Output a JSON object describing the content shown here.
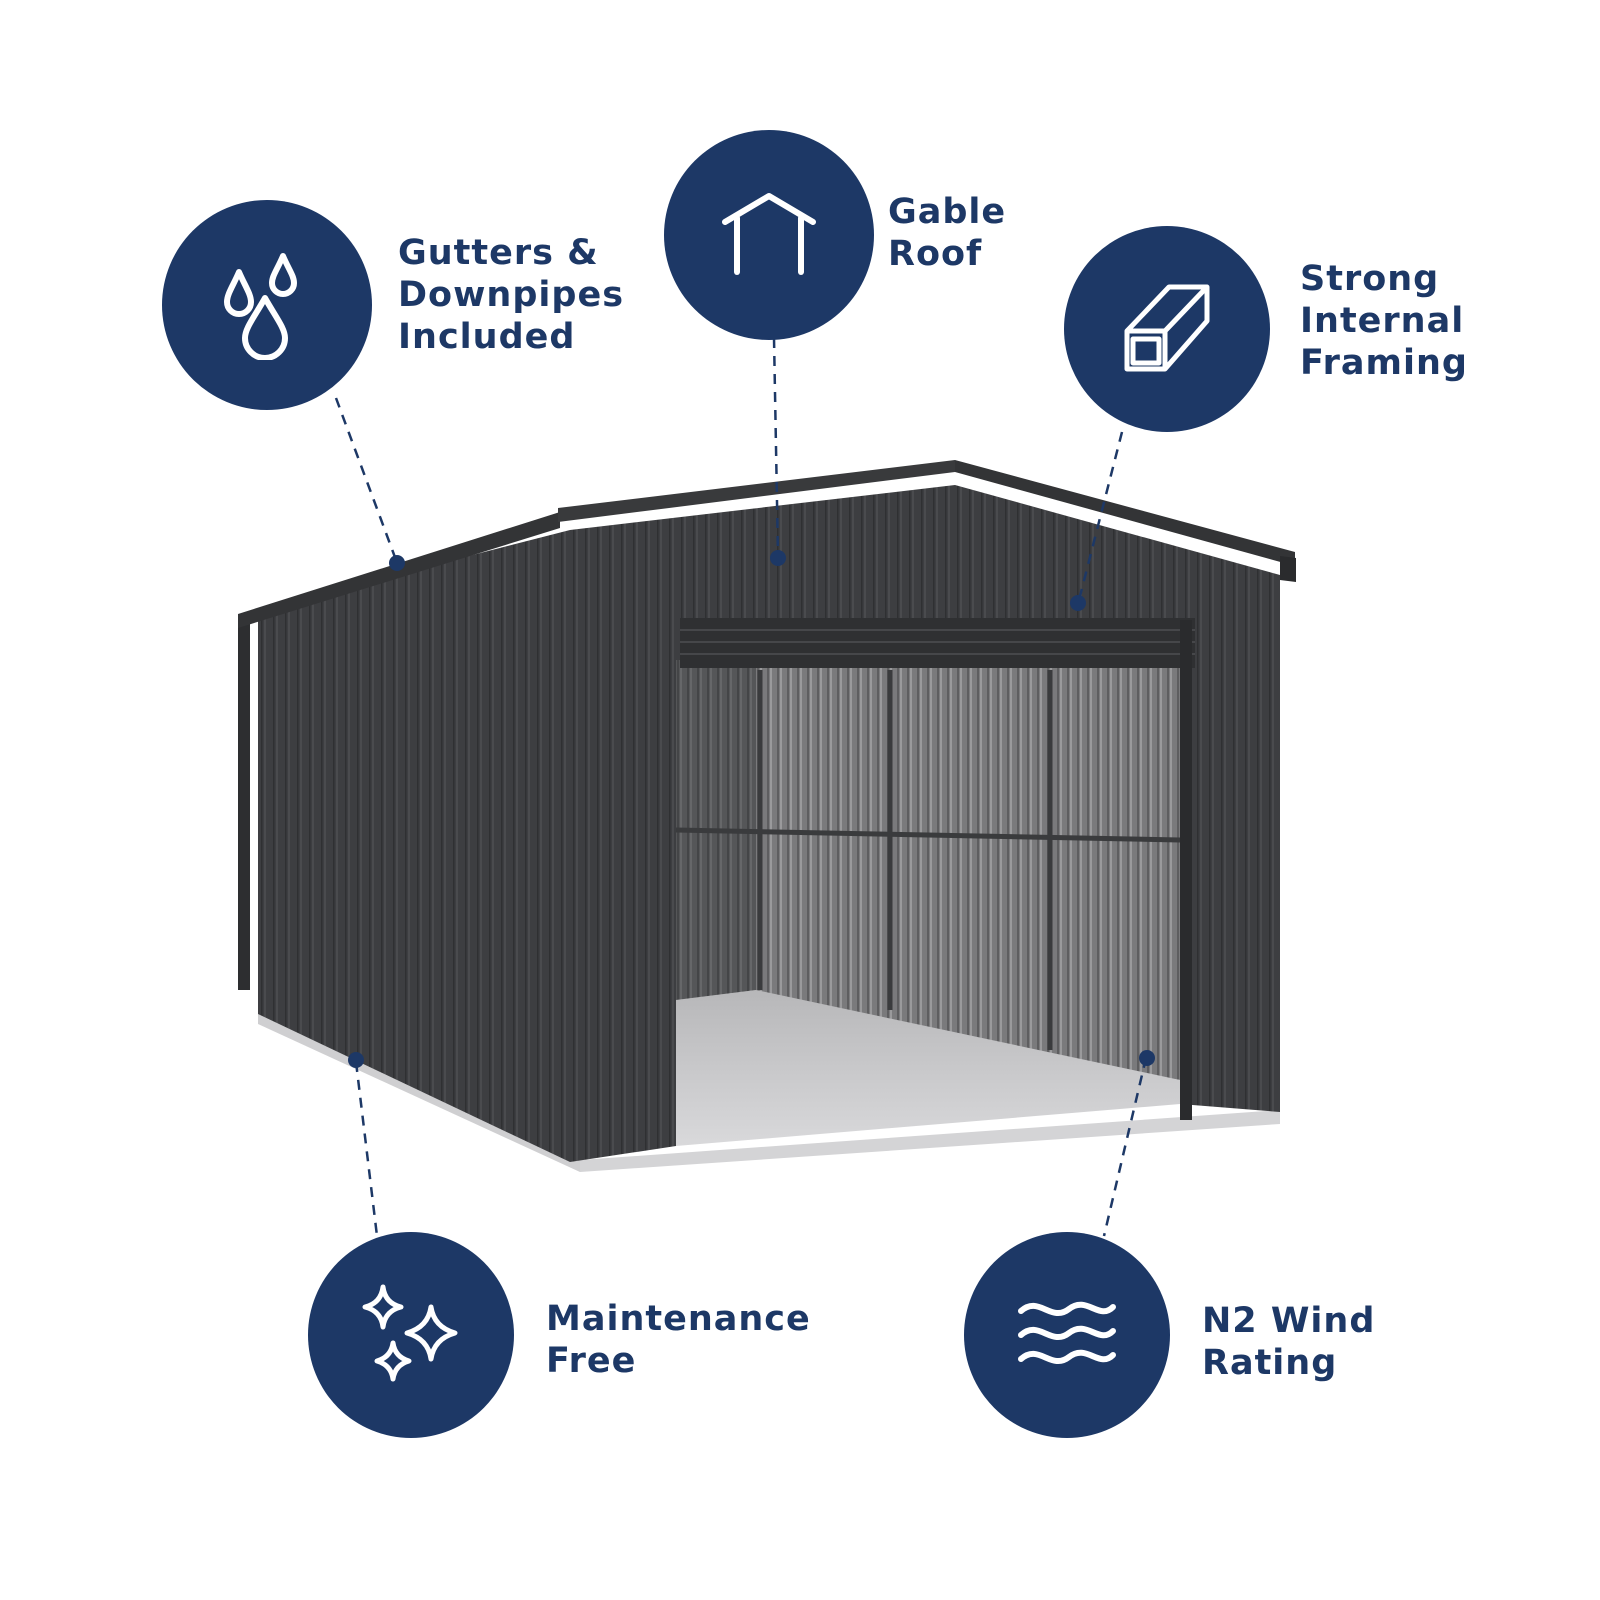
{
  "colors": {
    "navy": "#1d3866",
    "icon_stroke": "#ffffff",
    "shed_cladding": "#3d3e41",
    "shed_dark": "#2b2c2e",
    "slab": "#d7d7d7"
  },
  "features": [
    {
      "id": "gutters",
      "icon": "water-drops-icon",
      "lines": [
        "Gutters &",
        "Downpipes",
        "Included"
      ]
    },
    {
      "id": "gable",
      "icon": "house-roof-icon",
      "lines": [
        "Gable",
        "Roof"
      ]
    },
    {
      "id": "framing",
      "icon": "steel-beam-icon",
      "lines": [
        "Strong",
        "Internal",
        "Framing"
      ]
    },
    {
      "id": "maintenance",
      "icon": "sparkles-icon",
      "lines": [
        "Maintenance",
        "Free"
      ]
    },
    {
      "id": "wind",
      "icon": "wind-waves-icon",
      "lines": [
        "N2 Wind",
        "Rating"
      ]
    }
  ]
}
